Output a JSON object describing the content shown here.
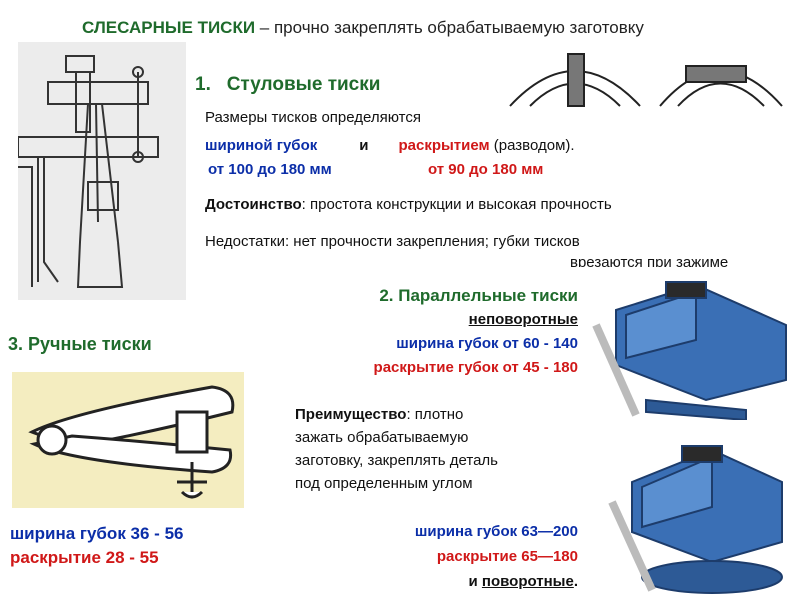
{
  "title": {
    "main": "СЛЕСАРНЫЕ ТИСКИ",
    "rest": " – прочно закреплять обрабатываемую заготовку"
  },
  "bench": {
    "heading_num": "1.",
    "heading": "Стуловые тиски",
    "size_line1": "Размеры тисков определяются",
    "width_label": "шириной губок",
    "and": "и",
    "open_label": "раскрытием",
    "open_rest": " (разводом).",
    "width_range": "от 100 до 180 мм",
    "open_range": "от 90 до 180 мм",
    "adv_label": "Достоинство",
    "adv_text": ":  простота конструкции и высокая прочность",
    "dis_text": "Недостатки: нет прочности закрепления; губки тисков",
    "dis_text2": "врезаются при зажиме"
  },
  "hand": {
    "heading": "3. Ручные тиски",
    "width": "ширина губок 36 - 56",
    "open": "раскрытие 28 - 55"
  },
  "parallel": {
    "heading": "2. Параллельные  тиски",
    "fixed": "неповоротные",
    "width": "ширина губок от 60 - 140",
    "open": "раскрытие губок от 45 - 180",
    "adv_label": "Преимущество",
    "adv_lines": [
      ": плотно",
      "зажать обрабатываемую",
      "заготовку, закреплять деталь",
      "под определенным углом"
    ],
    "width2": "ширина губок 63—200",
    "open2": "раскрытие 65—180",
    "and2": "и ",
    "rotary": "поворотные",
    "dot": "."
  },
  "colors": {
    "green": "#1f6b2c",
    "blue": "#0b2ea8",
    "red": "#d01818",
    "vise_blue": "#3a6fb5"
  }
}
